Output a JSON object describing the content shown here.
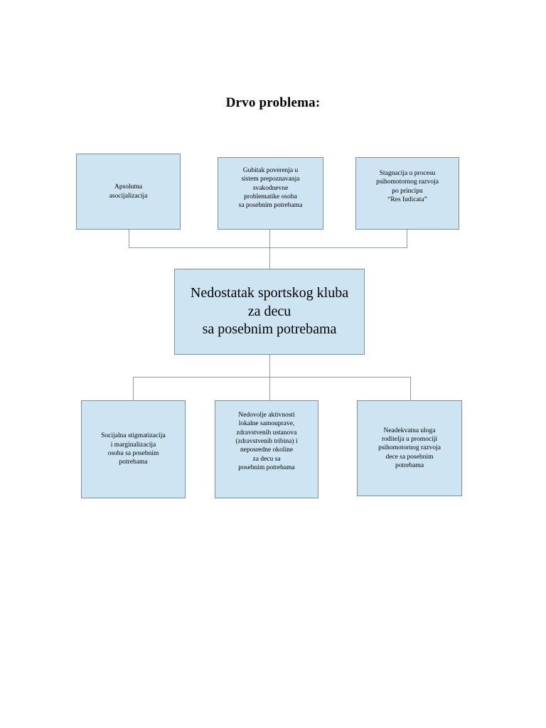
{
  "document": {
    "title": "Drvo problema:",
    "colors": {
      "node_fill": "#cde4f2",
      "node_border": "#7e8e9d",
      "connector": "#8e9aa6",
      "page_background": "#ffffff",
      "text": "#000000"
    }
  },
  "diagram": {
    "type": "problem-tree",
    "effects_row": [
      {
        "id": "apsolutna-asocijalizacija",
        "text": "Apsolutna\nasocijalizacija"
      },
      {
        "id": "gubitak-poverenja",
        "text": "Gubitak poverenja u\nsistem prepoznavanja\nsvakodnevne\nproblematike osoba\nsa posebnim potrebama"
      },
      {
        "id": "stagnacija-u-procesu",
        "text": "Stagnacija u procesu\npsihomotornog razvoja\npo principu\n“Res Iudicata”"
      }
    ],
    "core_problem": {
      "id": "nedostatak-sportskog-kluba",
      "text": "Nedostatak sportskog kluba\nza decu\nsa posebnim potrebama"
    },
    "causes_row": [
      {
        "id": "socijalna-stigmatizacija",
        "text": "Socijalna stigmatizacija\ni marginalizacija\nosoba sa posebnim\npotrebama"
      },
      {
        "id": "nedovolje-aktivnosti",
        "text": "Nedovolje aktivnosti\nlokalne samouprave,\nzdravstvenih ustanova\n(zdravstvenih tribina) i\nneposredne okoline\nza decu sa\nposebnim potrebama"
      },
      {
        "id": "neadekvatna-uloga-roditelja",
        "text": "Neadekvatna uloga\nroditelja u promociji\npsihomotornog razvoja\ndece sa posebnim\npotrebama"
      }
    ]
  }
}
